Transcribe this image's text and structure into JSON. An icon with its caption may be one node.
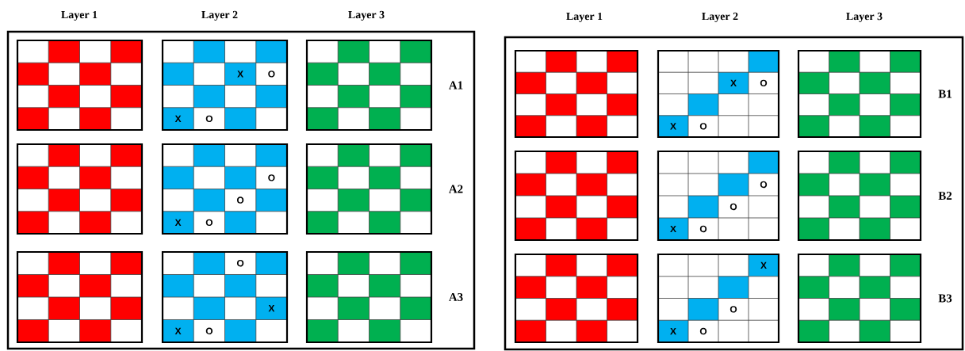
{
  "diagram": {
    "labels": [
      "Layer 1",
      "Layer 2",
      "Layer 3",
      "Layer 1",
      "Layer 2",
      "Layer 3",
      "X",
      "O",
      "X",
      "O",
      "A1",
      "O",
      "O",
      "X",
      "O",
      "A2",
      "O",
      "X",
      "X",
      "O",
      "A3",
      "X",
      "O",
      "X",
      "O",
      "B1",
      "O",
      "O",
      "X",
      "O",
      "B2",
      "X",
      "O",
      "X",
      "O",
      "B3"
    ]
  }
}
